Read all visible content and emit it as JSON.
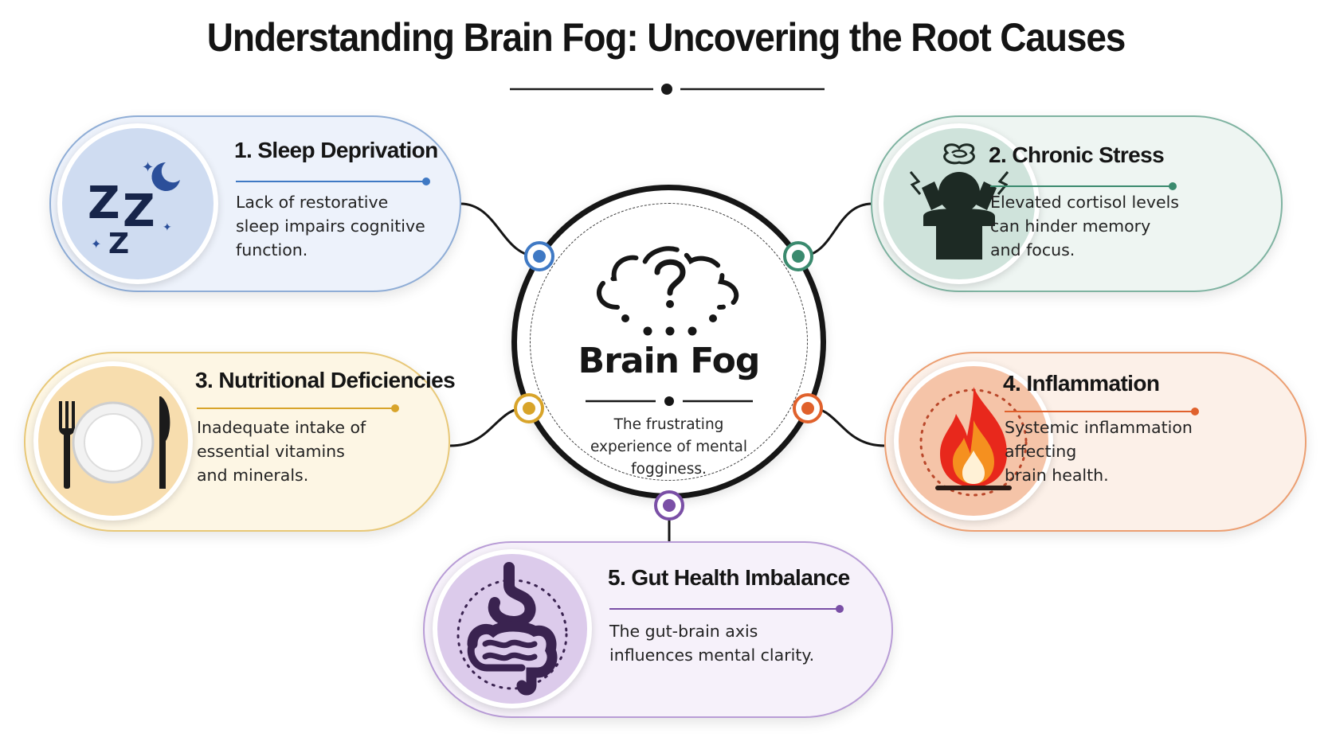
{
  "title": "Understanding Brain Fog: Uncovering the Root Causes",
  "center": {
    "title": "Brain Fog",
    "description": "The frustrating\nexperience of mental\nfogginess.",
    "icon": "question-cloud-icon"
  },
  "causes": [
    {
      "title": "1. Sleep Deprivation",
      "description": "Lack of restorative\nsleep impairs cognitive\nfunction.",
      "icon": "sleep-zzz-icon",
      "color": "#3f79c4"
    },
    {
      "title": "2. Chronic Stress",
      "description": "Elevated cortisol levels\ncan hinder memory\nand focus.",
      "icon": "stressed-person-icon",
      "color": "#3a8a6e"
    },
    {
      "title": "3. Nutritional Deficiencies",
      "description": "Inadequate intake of\nessential vitamins\nand minerals.",
      "icon": "plate-cutlery-icon",
      "color": "#d8a42a"
    },
    {
      "title": "4. Inflammation",
      "description": "Systemic inflammation\naffecting\nbrain health.",
      "icon": "flame-icon",
      "color": "#e0612c"
    },
    {
      "title": "5. Gut Health Imbalance",
      "description": "The gut-brain axis\ninfluences mental clarity.",
      "icon": "digestive-system-icon",
      "color": "#7a4fa6"
    }
  ]
}
